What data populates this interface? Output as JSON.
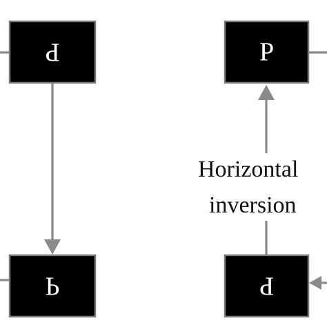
{
  "nodes": {
    "top_left": {
      "label": "P"
    },
    "bottom_left": {
      "label": "P"
    },
    "top_right": {
      "label": "P"
    },
    "bottom_right": {
      "label": "P"
    }
  },
  "edge_label": {
    "line1": "Horizontal",
    "line2": "inversion"
  },
  "colors": {
    "box_fill": "#000000",
    "box_border": "#7a7a7a",
    "arrow": "#8a8a8a",
    "label_text": "#ffffff"
  }
}
